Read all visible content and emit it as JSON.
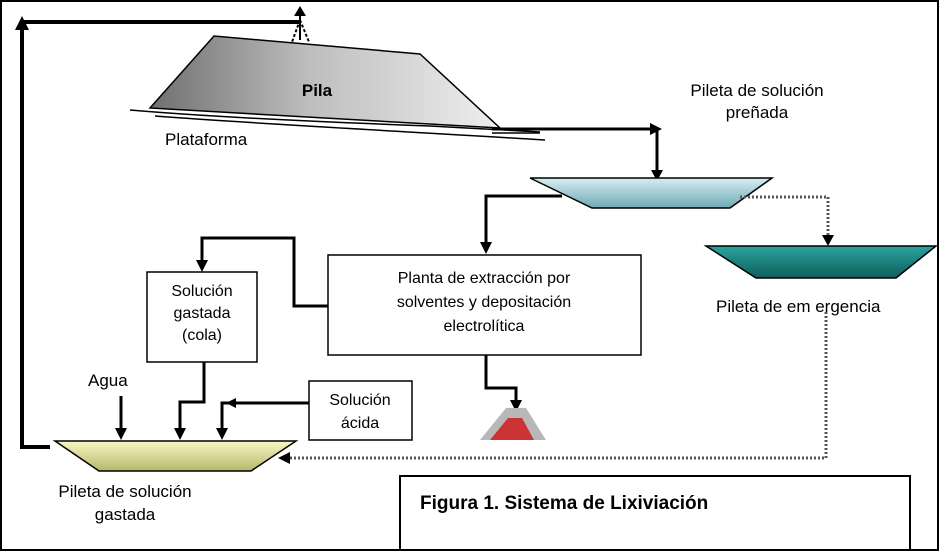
{
  "diagram": {
    "pile_label": "Pila",
    "platform_label": "Plataforma",
    "pregnant_pond_label": [
      "Pileta de solución",
      "preñada"
    ],
    "emergency_pond_label": "Pileta de em ergencia",
    "plant_label": [
      "Planta de extracción por",
      "solventes y depositación",
      "electrolítica"
    ],
    "spent_solution_box": [
      "Solución",
      "gastada",
      "(cola)"
    ],
    "water_label": "Agua",
    "acid_solution_box": [
      "Solución",
      "ácida"
    ],
    "spent_pond_label": [
      "Pileta de solución",
      "gastada"
    ],
    "figure_caption": "Figura 1.  Sistema de Lixiviación"
  },
  "colors": {
    "pile_fill_dark": "#8a8a8a",
    "pile_fill_light": "#d8d8d8",
    "pregnant_pond": "#a9d6de",
    "emergency_pond": "#1f8a86",
    "spent_pond": "#eeee9a",
    "product_red": "#cc3333",
    "product_grey": "#9a9a9a"
  }
}
